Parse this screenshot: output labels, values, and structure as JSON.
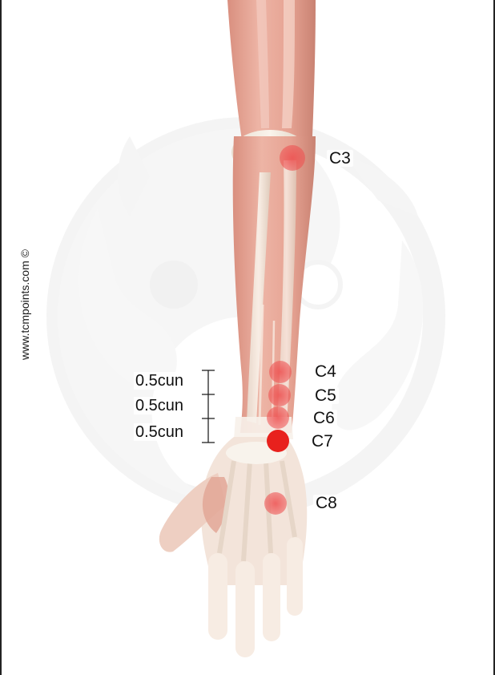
{
  "watermark": "www.tcmpoints.com ©",
  "points": [
    {
      "label": "C3",
      "color": "#e84c4c",
      "highlighted": false
    },
    {
      "label": "C4",
      "color": "#e84c4c",
      "highlighted": false
    },
    {
      "label": "C5",
      "color": "#e84c4c",
      "highlighted": false
    },
    {
      "label": "C6",
      "color": "#e84c4c",
      "highlighted": false
    },
    {
      "label": "C7",
      "color": "#e8211d",
      "highlighted": true
    },
    {
      "label": "C8",
      "color": "#e84c4c",
      "highlighted": false
    }
  ],
  "distances": [
    "0.5cun",
    "0.5cun",
    "0.5cun"
  ]
}
